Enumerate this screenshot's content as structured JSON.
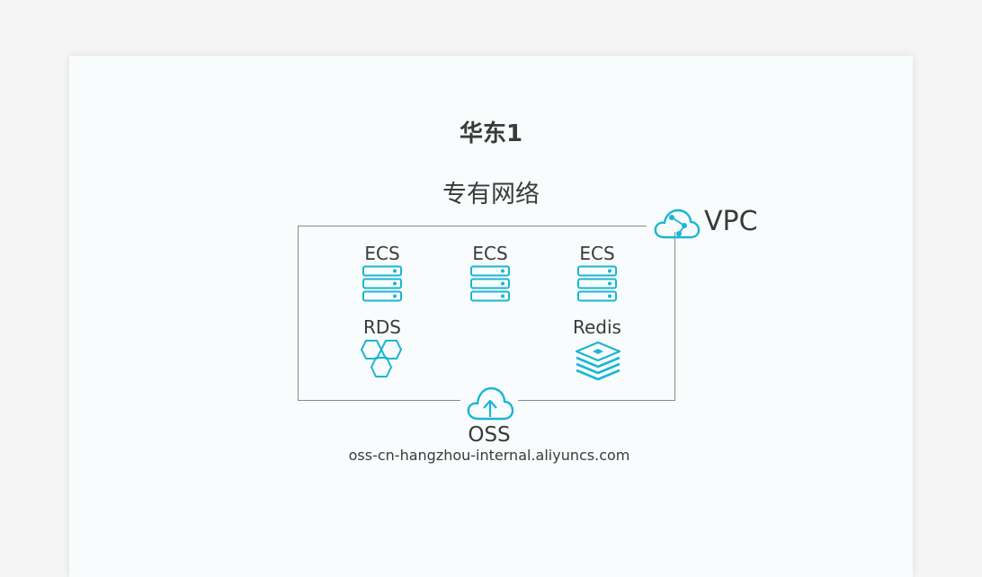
{
  "region": {
    "title": "华东1"
  },
  "vpc": {
    "title": "专有网络",
    "label": "VPC",
    "icon": "cloud-network-icon"
  },
  "services": {
    "ecs_1": {
      "label": "ECS",
      "icon": "server-icon"
    },
    "ecs_2": {
      "label": "ECS",
      "icon": "server-icon"
    },
    "ecs_3": {
      "label": "ECS",
      "icon": "server-icon"
    },
    "rds": {
      "label": "RDS",
      "icon": "hexagon-cluster-icon"
    },
    "redis": {
      "label": "Redis",
      "icon": "stack-layers-icon"
    }
  },
  "oss": {
    "label": "OSS",
    "endpoint": "oss-cn-hangzhou-internal.aliyuncs.com",
    "icon": "cloud-upload-icon"
  },
  "colors": {
    "accent": "#1ab6d2",
    "text": "#3a3a3a",
    "border": "#8a8a8a"
  }
}
